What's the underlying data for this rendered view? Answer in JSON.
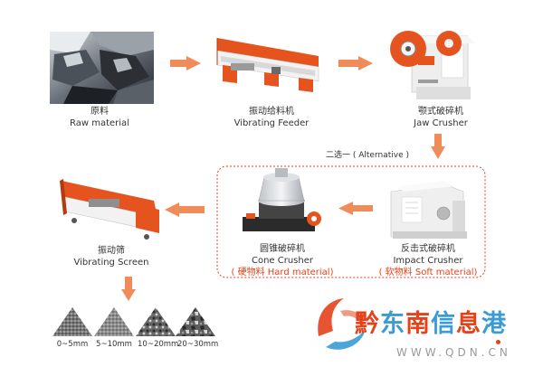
{
  "colors": {
    "arrow": "#f08c5a",
    "machine_orange": "#e5531f",
    "dashed_border": "#e5421b",
    "watermark_red": "#e5421b",
    "watermark_blue": "#3a9bd5"
  },
  "steps": {
    "raw_material": {
      "zh": "原料",
      "en": "Raw material",
      "icon": "raw-ore-image"
    },
    "vibrating_feeder": {
      "zh": "振动给料机",
      "en": "Vibrating Feeder",
      "icon": "vibrating-feeder-machine"
    },
    "jaw_crusher": {
      "zh": "颚式破碎机",
      "en": "Jaw Crusher",
      "icon": "jaw-crusher-machine"
    },
    "impact_crusher": {
      "zh": "反击式破碎机",
      "en": "Impact Crusher",
      "note": "( 软物料 Soft material)",
      "icon": "impact-crusher-machine"
    },
    "cone_crusher": {
      "zh": "圆锥破碎机",
      "en": "Cone Crusher",
      "note": "( 硬物料 Hard material)",
      "icon": "cone-crusher-machine"
    },
    "vibrating_screen": {
      "zh": "振动筛",
      "en": "Vibrating Screen",
      "icon": "vibrating-screen-machine"
    }
  },
  "alternative_label": "二选一 ( Alternative )",
  "product_sizes": [
    "0~5mm",
    "5~10mm",
    "10~20mm",
    "20~30mm"
  ],
  "watermark": {
    "logo": "qdn-logo-icon",
    "chars": [
      {
        "t": "黔",
        "c": "#e5421b"
      },
      {
        "t": "东",
        "c": "#3a9bd5"
      },
      {
        "t": "南",
        "c": "#e5421b"
      },
      {
        "t": "信",
        "c": "#3a9bd5"
      },
      {
        "t": "息",
        "c": "#e5421b"
      },
      {
        "t": "港",
        "c": "#3a9bd5"
      }
    ],
    "url": "WWW.QDN.CN"
  }
}
